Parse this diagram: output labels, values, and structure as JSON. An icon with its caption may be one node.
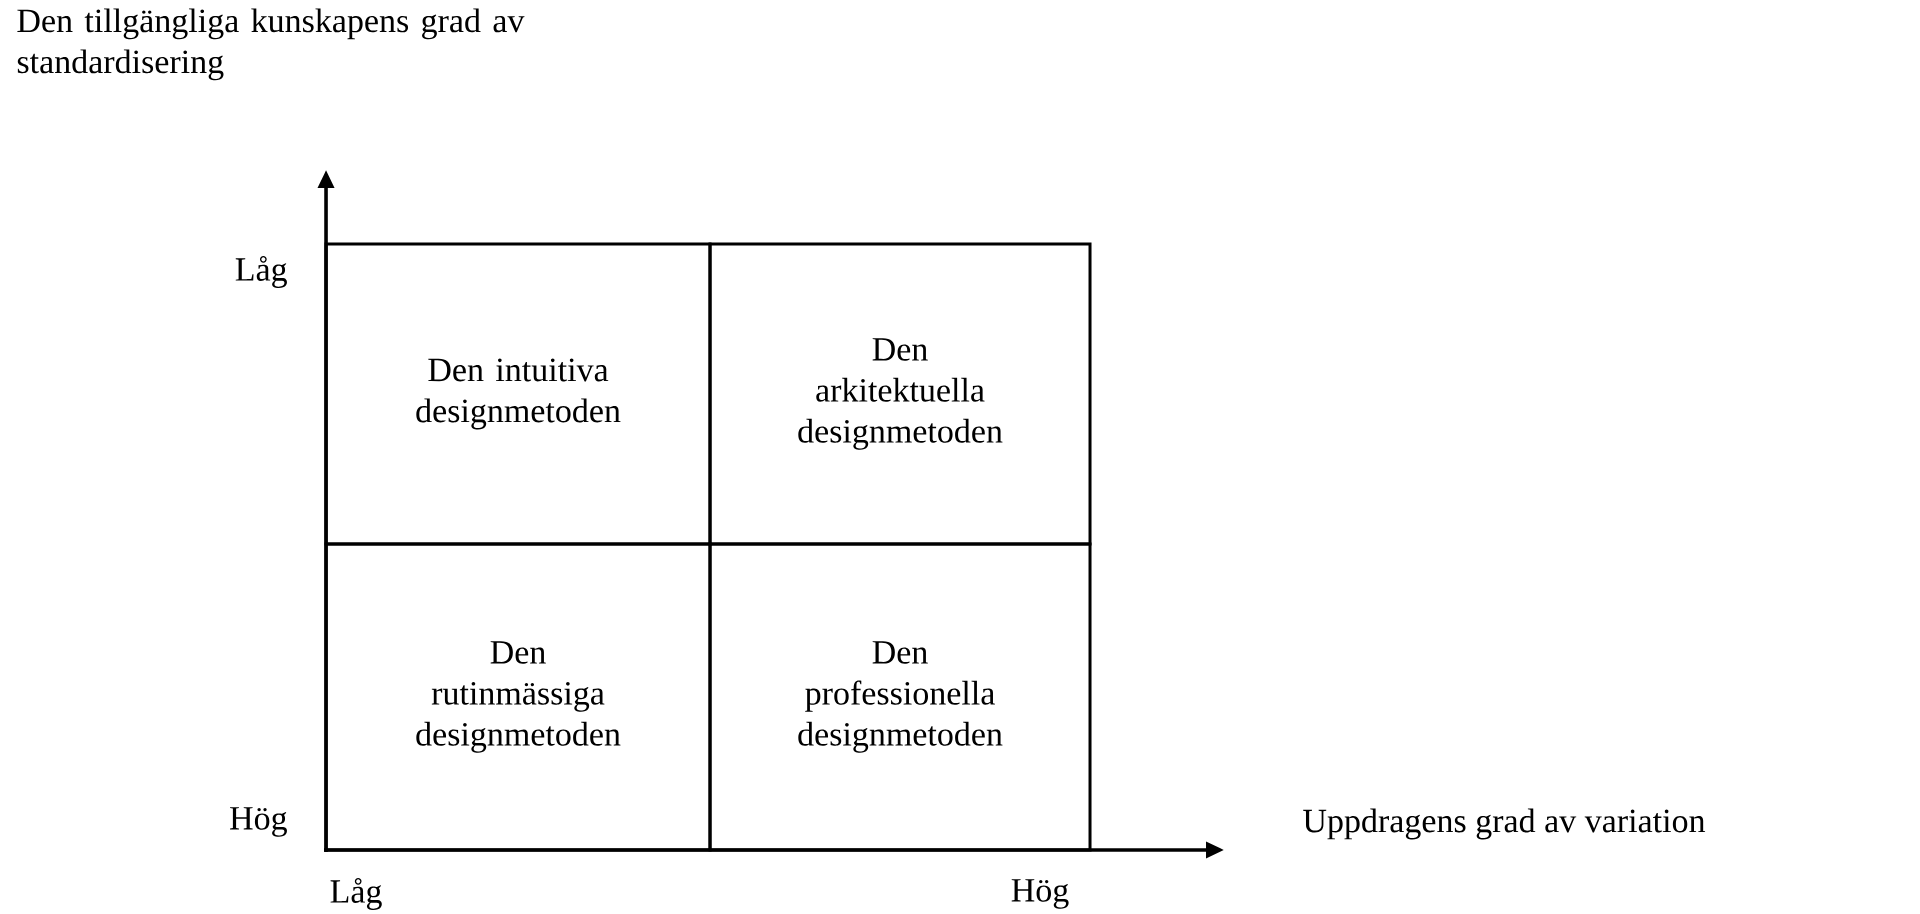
{
  "diagram": {
    "nodes": [
      {
        "text": [
          "Den intuitiva designmetoden"
        ]
      },
      {
        "text": [
          "Den arkitektuella designmetoden"
        ]
      },
      {
        "text": [
          "Den rutinmässiga designmetoden"
        ]
      },
      {
        "text": [
          "Den professionella designmetoden"
        ]
      }
    ],
    "labels": [
      "Den tillgängliga kunskapens grad av standardisering",
      "Låg",
      "Hög",
      "Uppdragens grad av variation",
      "Låg",
      "Hög"
    ]
  }
}
